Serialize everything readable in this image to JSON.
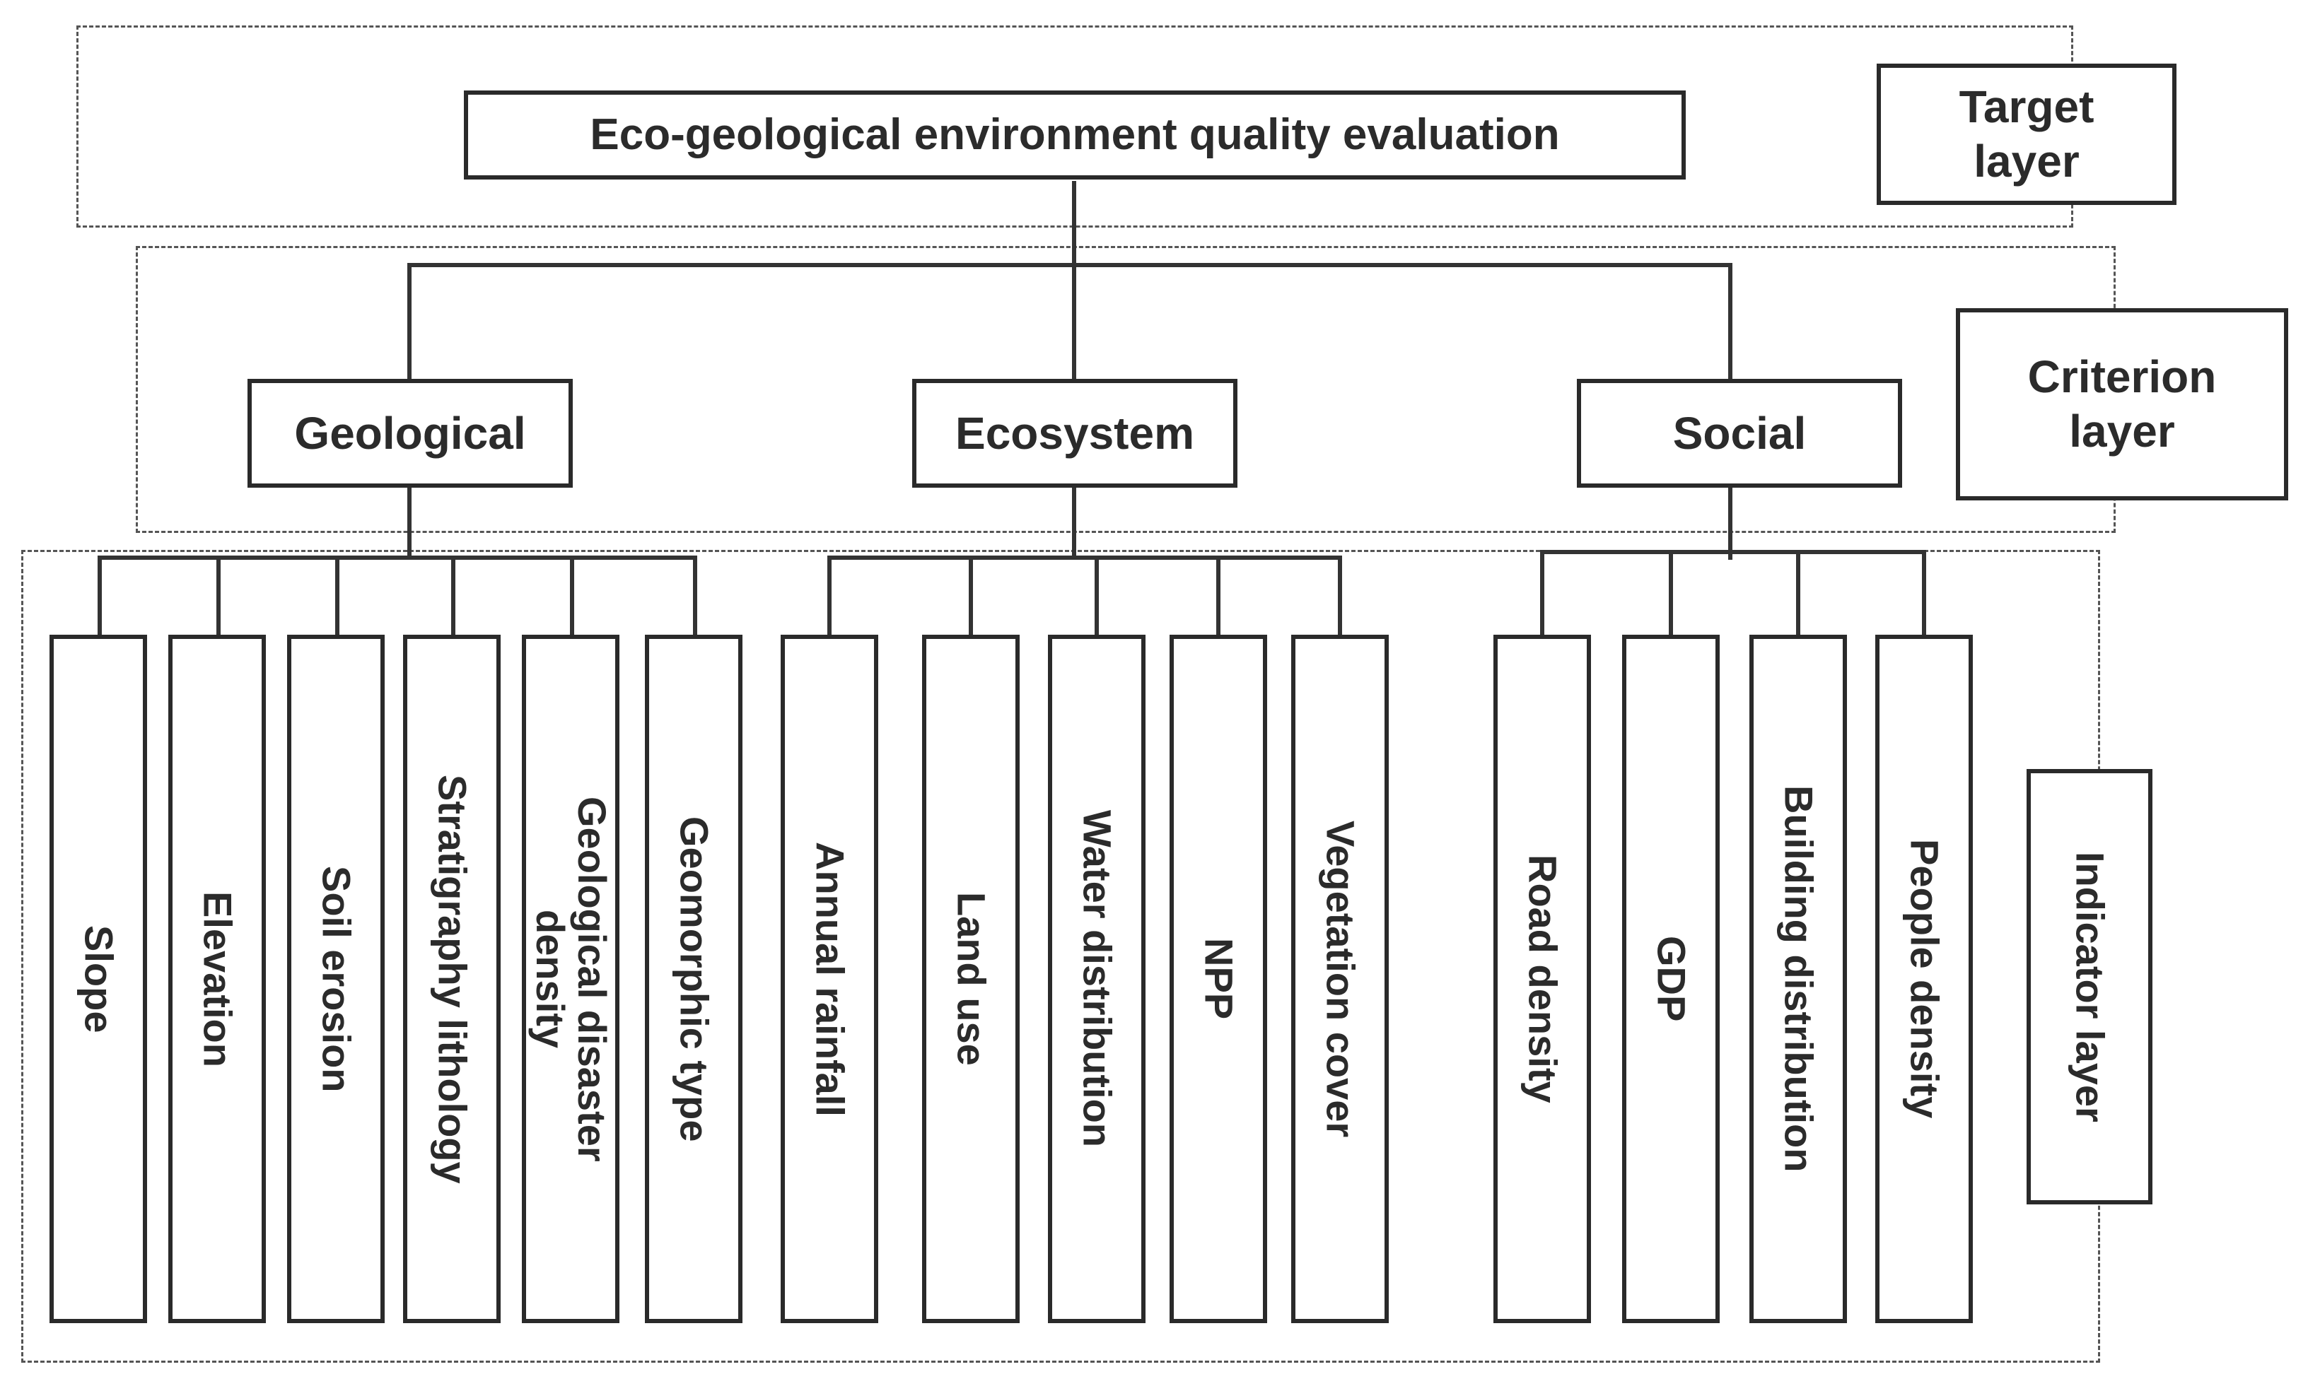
{
  "target": {
    "title": "Eco-geological environment quality evaluation",
    "layer_label": "Target\nlayer"
  },
  "criterion": {
    "layer_label": "Criterion\nlayer",
    "items": [
      "Geological",
      "Ecosystem",
      "Social"
    ]
  },
  "indicator": {
    "layer_label": "Indicator layer",
    "geological": [
      "Slope",
      "Elevation",
      "Soil erosion",
      "Stratigraphy  lithology",
      "Geological disaster\ndensity",
      "Geomorphic type"
    ],
    "ecosystem": [
      "Annual rainfall",
      "Land use",
      "Water distribution",
      "NPP",
      "Vegetation cover"
    ],
    "social": [
      "Road density",
      "GDP",
      "Building distribution",
      "People density"
    ]
  }
}
